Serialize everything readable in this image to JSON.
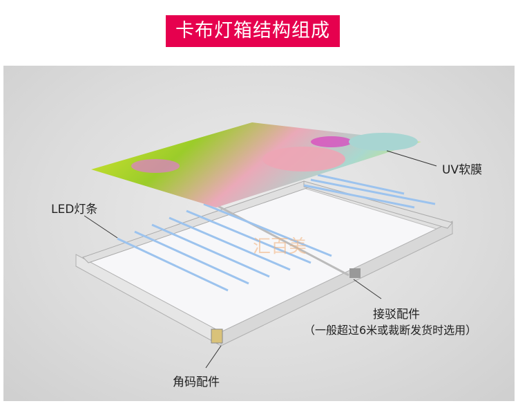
{
  "title": "卡布灯箱结构组成",
  "labels": {
    "uv_film": "UV软膜",
    "led_strip": "LED灯条",
    "connector": "接驳配件",
    "connector_note": "（一般超过6米或裁断发货时选用）",
    "corner": "角码配件"
  },
  "watermark": "汇百美",
  "colors": {
    "banner": "#e6004e",
    "text": "#222222"
  }
}
